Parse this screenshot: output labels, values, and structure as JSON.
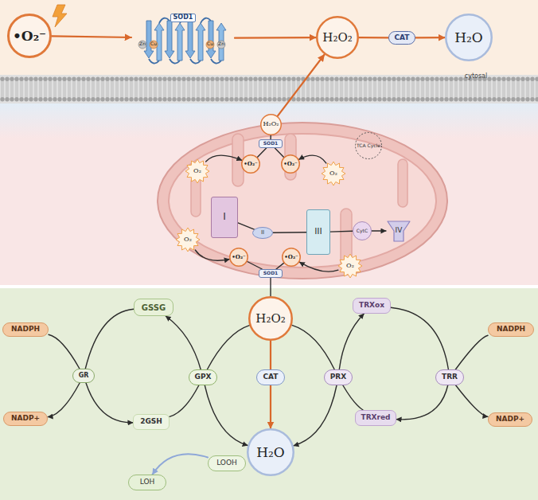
{
  "diagram": {
    "nodes": [
      {
        "text": [
          "•O₂⁻"
        ]
      },
      {
        "text": [
          "SOD1"
        ]
      },
      {
        "text": [
          "H₂O₂"
        ]
      },
      {
        "text": [
          "CAT"
        ]
      },
      {
        "text": [
          "H₂O"
        ]
      },
      {
        "text": [
          "H₂O₂"
        ]
      },
      {
        "text": [
          "SOD1"
        ]
      },
      {
        "text": [
          "•O₂⁻"
        ]
      },
      {
        "text": [
          "•O₂⁻"
        ]
      },
      {
        "text": [
          "O₂"
        ]
      },
      {
        "text": [
          "O₂"
        ]
      },
      {
        "text": [
          "TCA Cycle"
        ]
      },
      {
        "text": [
          "I"
        ]
      },
      {
        "text": [
          "III"
        ]
      },
      {
        "text": [
          "O₂"
        ]
      },
      {
        "text": [
          "II"
        ]
      },
      {
        "text": [
          "CytC"
        ]
      },
      {
        "text": [
          "IV"
        ]
      },
      {
        "text": [
          "•O₂⁻"
        ]
      },
      {
        "text": [
          "•O₂⁻"
        ]
      },
      {
        "text": [
          "O₂"
        ]
      },
      {
        "text": [
          "SOD1"
        ]
      },
      {
        "text": [
          "H₂O₂"
        ]
      },
      {
        "text": [
          "NADPH"
        ]
      },
      {
        "text": [
          "GSSG"
        ]
      },
      {
        "text": [
          "TRXox"
        ]
      },
      {
        "text": [
          "NADPH"
        ]
      },
      {
        "text": [
          "GR"
        ]
      },
      {
        "text": [
          "GPX"
        ]
      },
      {
        "text": [
          "CAT"
        ]
      },
      {
        "text": [
          "PRX"
        ]
      },
      {
        "text": [
          "TRR"
        ]
      },
      {
        "text": [
          "NADP+"
        ]
      },
      {
        "text": [
          "2GSH"
        ]
      },
      {
        "text": [
          "TRXred"
        ]
      },
      {
        "text": [
          "NADP+"
        ]
      },
      {
        "text": [
          "H₂O"
        ]
      },
      {
        "text": [
          "LOOH"
        ]
      },
      {
        "text": [
          "LOH"
        ]
      }
    ],
    "edges": [
      {
        "from": 0,
        "to": 1,
        "arrow": "to"
      },
      {
        "from": 1,
        "to": 2,
        "arrow": "to"
      },
      {
        "from": 2,
        "to": 3,
        "arrow": "none"
      },
      {
        "from": 3,
        "to": 4,
        "arrow": "to"
      },
      {
        "from": 5,
        "to": 2,
        "arrow": "to"
      },
      {
        "from": 9,
        "to": 7,
        "arrow": "to"
      },
      {
        "from": 10,
        "to": 8,
        "arrow": "to"
      },
      {
        "from": 7,
        "to": 6,
        "arrow": "none"
      },
      {
        "from": 8,
        "to": 6,
        "arrow": "none"
      },
      {
        "from": 6,
        "to": 5,
        "arrow": "none"
      },
      {
        "from": 15,
        "to": 13,
        "arrow": "none"
      },
      {
        "from": 13,
        "to": 16,
        "arrow": "none"
      },
      {
        "from": 16,
        "to": 17,
        "arrow": "to"
      },
      {
        "from": 14,
        "to": 18,
        "arrow": "to"
      },
      {
        "from": 20,
        "to": 19,
        "arrow": "to"
      },
      {
        "from": 18,
        "to": 21,
        "arrow": "none"
      },
      {
        "from": 19,
        "to": 21,
        "arrow": "none"
      },
      {
        "from": 21,
        "to": 22,
        "arrow": "none"
      },
      {
        "from": 22,
        "to": 28,
        "arrow": "none"
      },
      {
        "from": 28,
        "to": 24,
        "arrow": "to"
      },
      {
        "from": 33,
        "to": 28,
        "arrow": "none"
      },
      {
        "from": 28,
        "to": 36,
        "arrow": "to"
      },
      {
        "from": 24,
        "to": 27,
        "arrow": "none"
      },
      {
        "from": 27,
        "to": 33,
        "arrow": "to"
      },
      {
        "from": 23,
        "to": 27,
        "arrow": "none"
      },
      {
        "from": 27,
        "to": 32,
        "arrow": "to"
      },
      {
        "from": 22,
        "to": 29,
        "arrow": "none"
      },
      {
        "from": 29,
        "to": 36,
        "arrow": "to"
      },
      {
        "from": 22,
        "to": 30,
        "arrow": "none"
      },
      {
        "from": 30,
        "to": 25,
        "arrow": "to"
      },
      {
        "from": 34,
        "to": 30,
        "arrow": "none"
      },
      {
        "from": 30,
        "to": 36,
        "arrow": "to"
      },
      {
        "from": 25,
        "to": 31,
        "arrow": "none"
      },
      {
        "from": 31,
        "to": 34,
        "arrow": "to"
      },
      {
        "from": 26,
        "to": 31,
        "arrow": "none"
      },
      {
        "from": 31,
        "to": 35,
        "arrow": "to"
      },
      {
        "from": 37,
        "to": 38,
        "arrow": "to"
      },
      {
        "from": 12,
        "to": 15,
        "arrow": "none"
      }
    ],
    "labels": [
      "cytosal",
      "Zn",
      "Cu",
      "Cu",
      "Zn"
    ]
  }
}
